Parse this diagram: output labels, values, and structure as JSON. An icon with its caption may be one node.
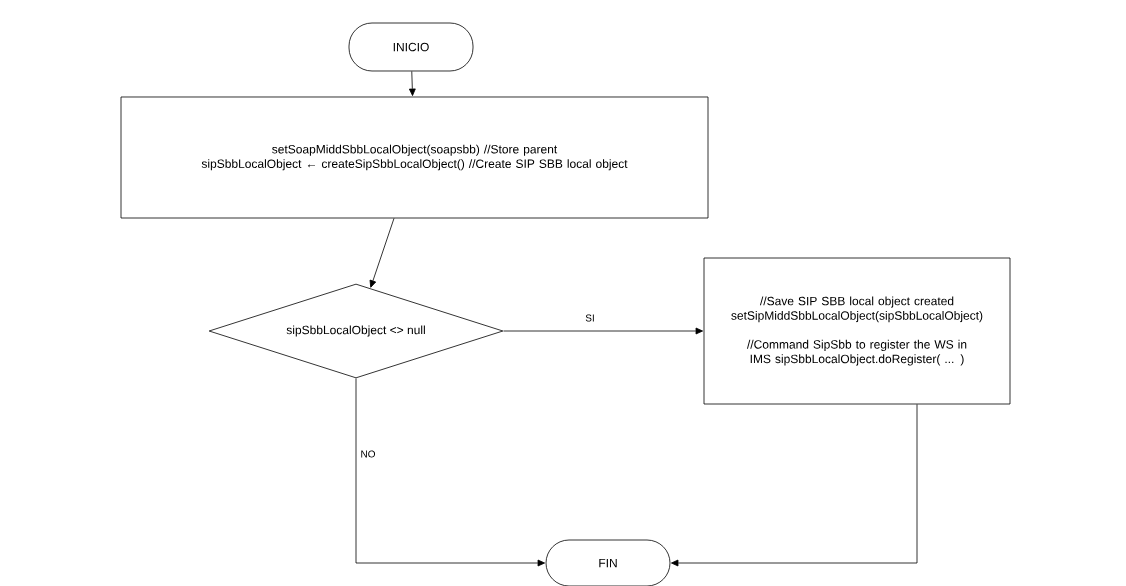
{
  "diagram": {
    "nodes": [
      {
        "text": [
          "INICIO"
        ]
      },
      {
        "text": [
          "setSoapMiddSbbLocalObject(soapsbb) //Store parent",
          "sipSbbLocalObject ← createSipSbbLocalObject() //Create SIP SBB local object"
        ]
      },
      {
        "text": [
          "sipSbbLocalObject <> null"
        ]
      },
      {
        "text": [
          "//Save SIP SBB local object created setSipMiddSbbLocalObject(sipSbbLocalObject)",
          "//Command SipSbb to register the WS in IMS sipSbbLocalObject.doRegister( ... )"
        ]
      },
      {
        "text": [
          "FIN"
        ]
      }
    ],
    "edges": [
      {
        "from": 0,
        "to": 1,
        "arrow": "to"
      },
      {
        "from": 1,
        "to": 2,
        "arrow": "to"
      },
      {
        "from": 2,
        "to": 3,
        "arrow": "to",
        "label": "SI"
      },
      {
        "from": 2,
        "to": 4,
        "arrow": "to",
        "label": "NO"
      },
      {
        "from": 3,
        "to": 4,
        "arrow": "to"
      }
    ]
  }
}
